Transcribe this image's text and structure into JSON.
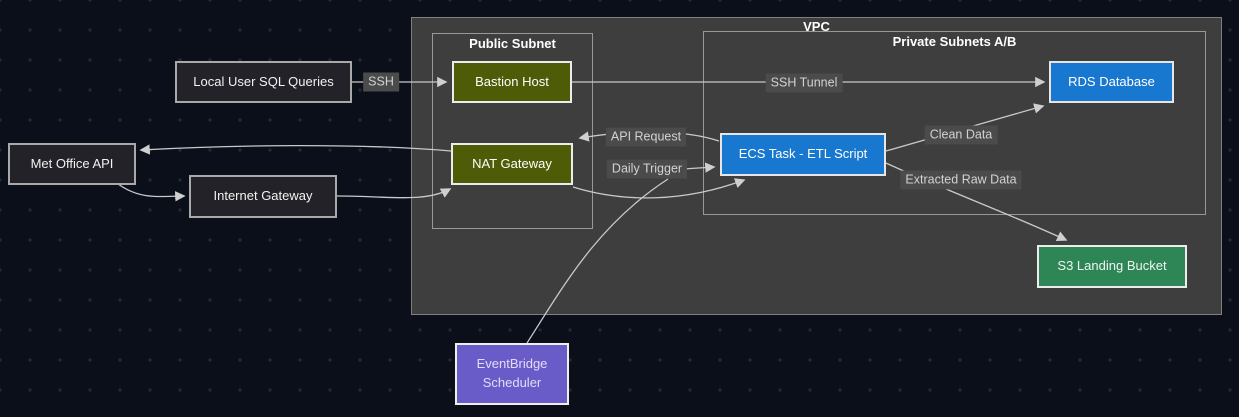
{
  "containers": {
    "vpc": {
      "label": "VPC"
    },
    "public_subnet": {
      "label": "Public Subnet"
    },
    "private_subnets": {
      "label": "Private Subnets A/B"
    }
  },
  "nodes": {
    "local_user_sql": {
      "label": "Local User SQL Queries"
    },
    "met_office_api": {
      "label": "Met Office API"
    },
    "internet_gateway": {
      "label": "Internet Gateway"
    },
    "bastion_host": {
      "label": "Bastion Host"
    },
    "nat_gateway": {
      "label": "NAT Gateway"
    },
    "ecs_task": {
      "label": "ECS Task - ETL Script"
    },
    "rds_database": {
      "label": "RDS Database"
    },
    "s3_landing_bucket": {
      "label": "S3 Landing Bucket"
    },
    "eventbridge_scheduler": {
      "label": "EventBridge Scheduler"
    }
  },
  "edge_labels": {
    "ssh": "SSH",
    "ssh_tunnel": "SSH Tunnel",
    "api_request": "API Request",
    "daily_trigger": "Daily Trigger",
    "clean_data": "Clean Data",
    "extracted_raw_data": "Extracted Raw Data"
  },
  "colors": {
    "background": "#0b0f1a",
    "vpc_fill": "#3e3e3e",
    "olive_node": "#4e5c07",
    "blue_node": "#1878cf",
    "green_node": "#2e8656",
    "purple_node": "#6a5cc8",
    "dark_node": "#222228",
    "edge_line": "#c9c9c9",
    "edge_label_bg": "#4b4b4b"
  }
}
